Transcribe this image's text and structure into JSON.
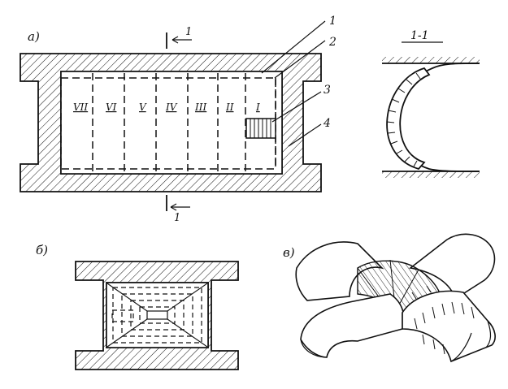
{
  "figure_a": {
    "label": "а)",
    "callouts": [
      "1",
      "2",
      "3",
      "4"
    ],
    "section_mark_top": "1",
    "section_mark_bottom": "1",
    "zones": [
      "VII",
      "VI",
      "V",
      "IV",
      "III",
      "II",
      "I"
    ]
  },
  "section": {
    "label": "1-1"
  },
  "figure_b": {
    "label": "б)"
  },
  "figure_c": {
    "label": "в)"
  }
}
